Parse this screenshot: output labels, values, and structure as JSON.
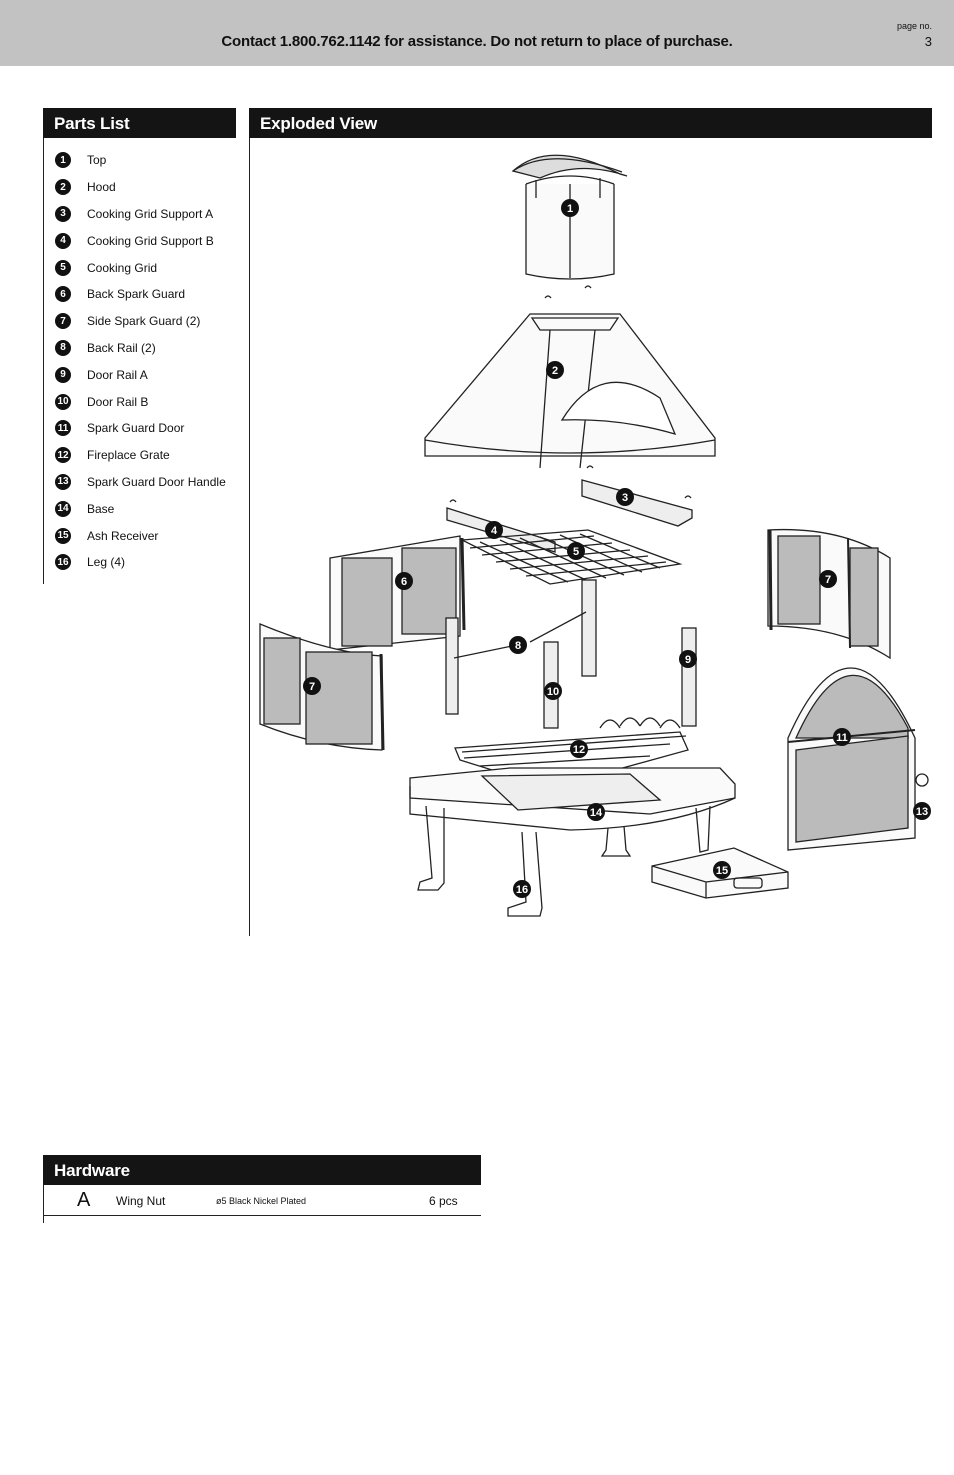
{
  "header": {
    "contact": "Contact 1.800.762.1142 for assistance. Do not return to place of purchase.",
    "page_label": "page no.",
    "page_number": "3"
  },
  "parts_list": {
    "title": "Parts List",
    "items": [
      {
        "num": "1",
        "label": "Top"
      },
      {
        "num": "2",
        "label": "Hood"
      },
      {
        "num": "3",
        "label": "Cooking Grid Support A"
      },
      {
        "num": "4",
        "label": "Cooking Grid Support B"
      },
      {
        "num": "5",
        "label": "Cooking Grid"
      },
      {
        "num": "6",
        "label": "Back Spark Guard"
      },
      {
        "num": "7",
        "label": "Side Spark Guard (2)"
      },
      {
        "num": "8",
        "label": "Back Rail (2)"
      },
      {
        "num": "9",
        "label": "Door Rail A"
      },
      {
        "num": "10",
        "label": "Door Rail B"
      },
      {
        "num": "11",
        "label": "Spark Guard Door"
      },
      {
        "num": "12",
        "label": "Fireplace Grate"
      },
      {
        "num": "13",
        "label": "Spark Guard Door Handle"
      },
      {
        "num": "14",
        "label": "Base"
      },
      {
        "num": "15",
        "label": "Ash Receiver"
      },
      {
        "num": "16",
        "label": "Leg (4)"
      }
    ]
  },
  "exploded_view": {
    "title": "Exploded View",
    "callouts": [
      "1",
      "2",
      "3",
      "4",
      "5",
      "6",
      "7",
      "7",
      "8",
      "9",
      "10",
      "11",
      "12",
      "13",
      "14",
      "15",
      "16"
    ]
  },
  "hardware": {
    "title": "Hardware",
    "items": [
      {
        "letter": "A",
        "name": "Wing Nut",
        "spec": "ø5 Black Nickel Plated",
        "qty": "6 pcs"
      }
    ]
  }
}
